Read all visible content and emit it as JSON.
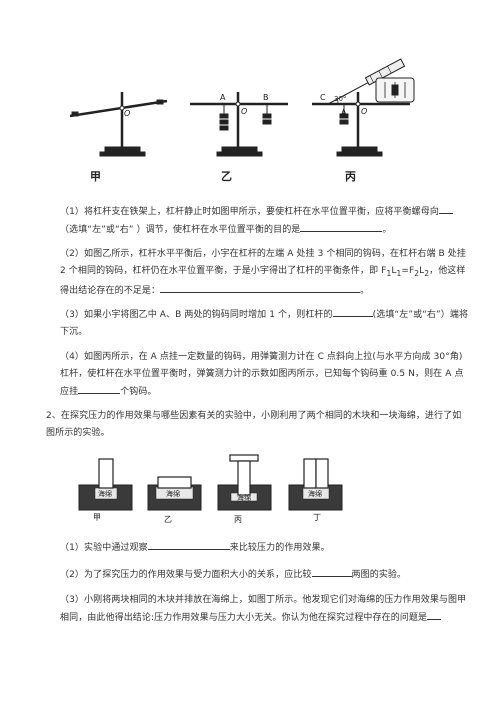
{
  "fig1": {
    "labels": [
      "甲",
      "乙",
      "丙"
    ],
    "points": {
      "o": "O",
      "a": "A",
      "b": "B",
      "c": "C",
      "angle": "30°"
    }
  },
  "q1": {
    "p1_a": "（1）将杠杆支在铁架上，杠杆静止时如图甲所示，要使杠杆在水平位置平衡，应将平衡螺母向",
    "p1_b": "（选填“左”或“右”  ）调节，使杠杆在水平位置平衡的目的是",
    "p1_c": "。",
    "p2_a": "（2）如图乙所示，杠杆水平平衡后，小宇在杠杆的左端 A 处挂 3 个相同的钩码，在杠杆右端 B 处挂 2 个相同的钩码，杠杆仍在水平位置平衡，于是小宇得出了杠杆的平衡条件，即 F",
    "p2_sub1": "1",
    "p2_l": "L",
    "p2_eq": "=F",
    "p2_sub2": "2",
    "p2_b": "，他这样得出结论存在的不足是：",
    "p2_c": "。",
    "p3_a": "（3）如果小宇将图乙中 A、B 两处的钩码同时增加 1 个，则杠杆的",
    "p3_b": "(选填“左”或“右”）端将下沉。",
    "p4_a": "（4）如图丙所示，在 A 点挂一定数量的钩码，用弹簧测力计在 C 点斜向上拉(与水平方向成 30°角)杠杆，使杠杆在水平位置平衡时，弹簧测力计的示数如图丙所示，已知每个钩码重 0.5 N，则在 A 点应挂",
    "p4_b": "个钩码。"
  },
  "q2": {
    "intro": "2、在探究压力的作用效果与哪些因素有关的实验中，小刚利用了两个相同的木块和一块海绵，进行了如图所示的实验。",
    "sponge": "海绵",
    "labels": [
      "甲",
      "乙",
      "丙",
      "丁"
    ],
    "p1_a": "（1）实验中通过观察",
    "p1_b": "来比较压力的作用效果。",
    "p2_a": "（2）为了探究压力的作用效果与受力面积大小的关系，应比较",
    "p2_b": "两图的实验。",
    "p3_a": "（3）小刚将两块相同的木块并排放在海绵上，如图丁所示。他发现它们对海绵的压力作用效果与图甲相同，由此他得出结论:压力作用效果与压力大小无关。你认为他在探究过程中存在的问题是"
  }
}
